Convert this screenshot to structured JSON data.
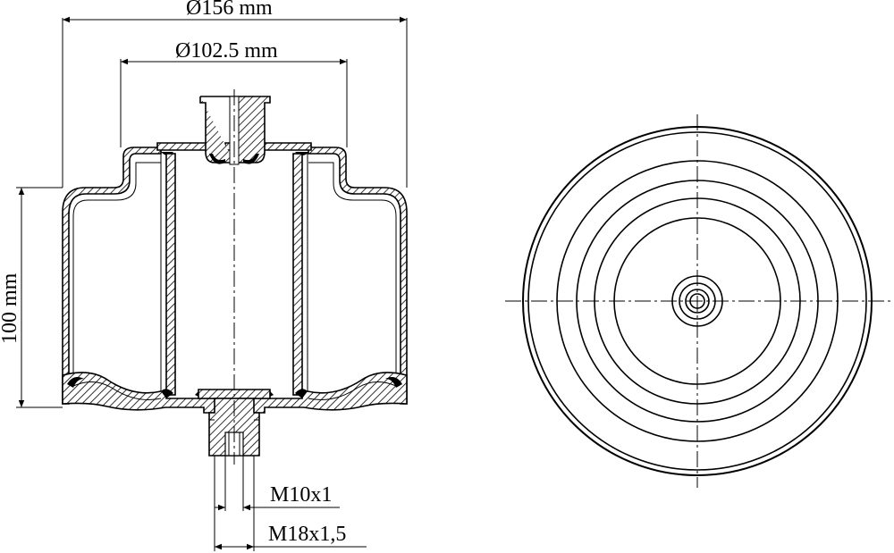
{
  "dimensions": {
    "outer_diameter": "Ø156 mm",
    "inner_diameter": "Ø102.5 mm",
    "height": "100 mm",
    "thread_inner": "M10x1",
    "thread_outer": "M18x1,5"
  }
}
